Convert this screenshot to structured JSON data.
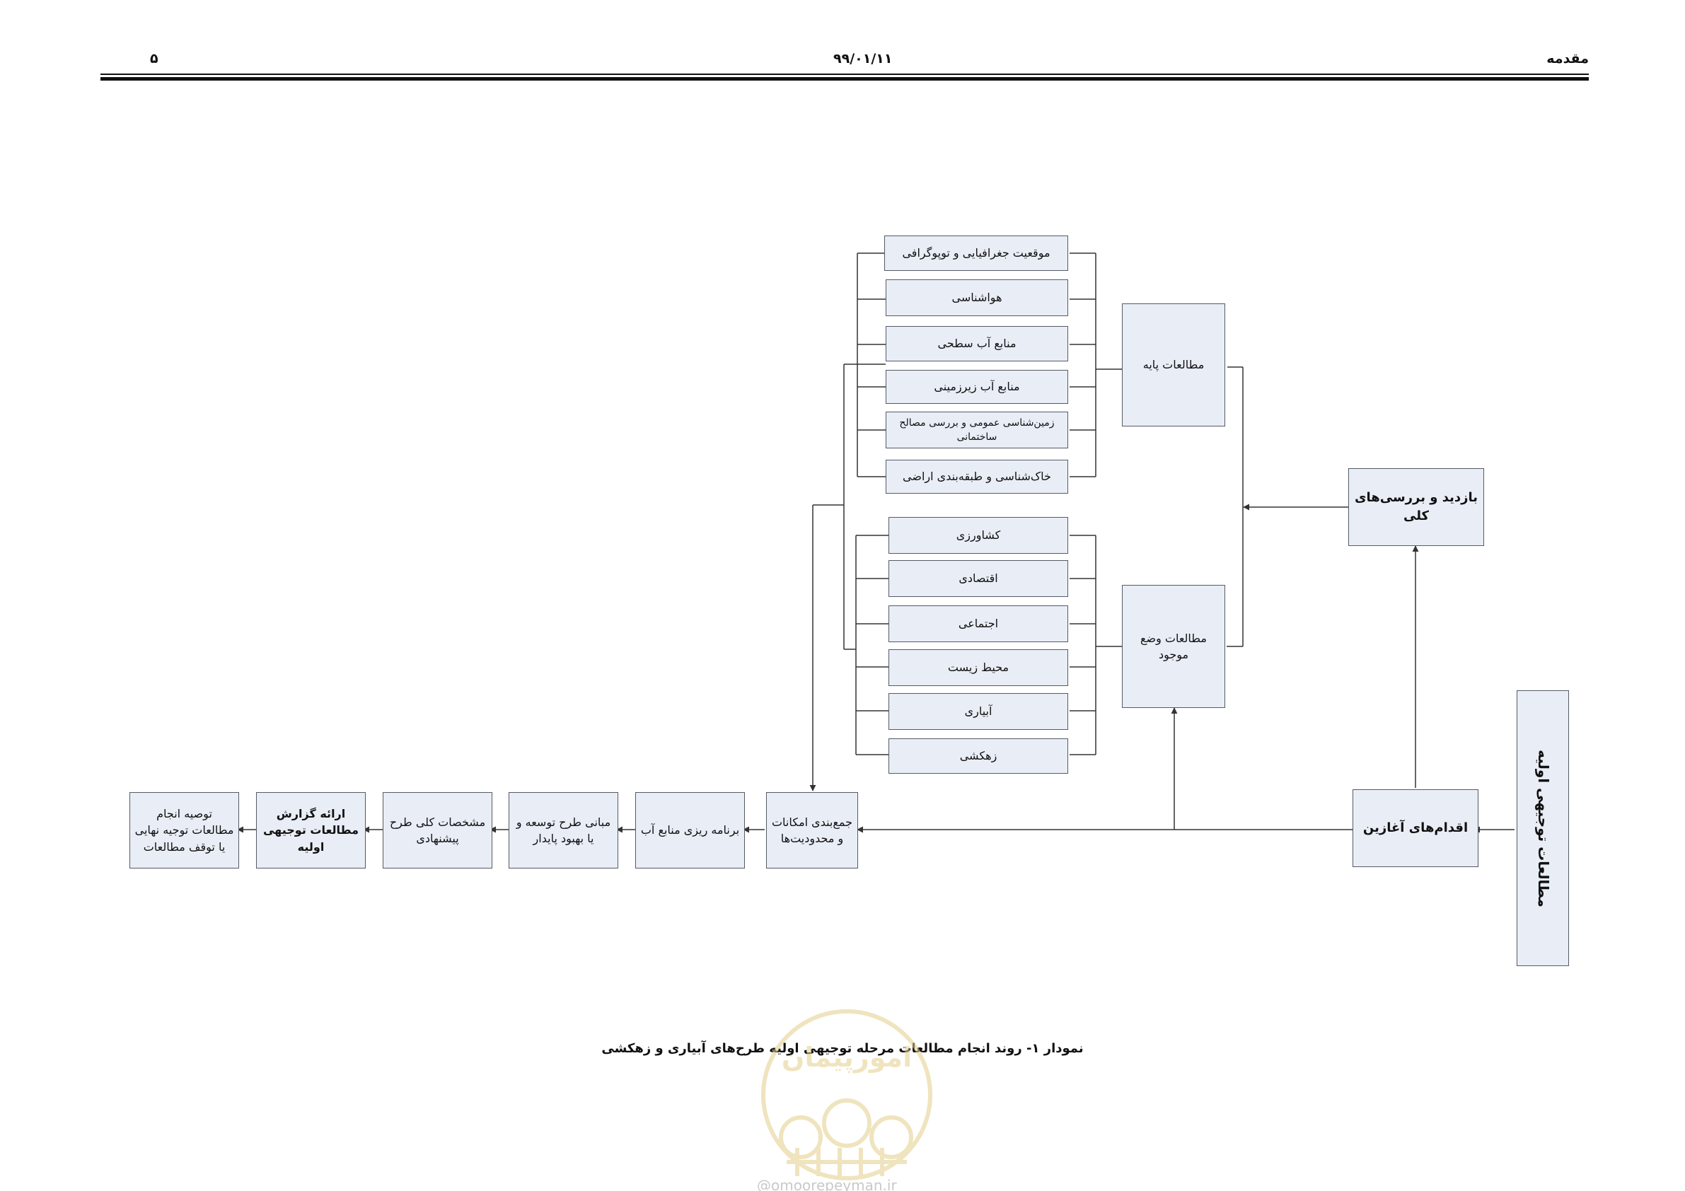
{
  "header": {
    "section_title": "مقدمه",
    "date": "۹۹/۰۱/۱۱",
    "page_number": "۵"
  },
  "diagram": {
    "prelim_studies": "مطالعات توجیهی اولیه",
    "initial_actions": "اقدام‌های آغازین",
    "general_visits": "بازدید و بررسی‌های کلی",
    "basic_studies": "مطالعات پایه",
    "existing_status_studies": "مطالعات وضع موجود",
    "basic_items": [
      "موقعیت جغرافیایی و توپوگرافی",
      "هواشناسی",
      "منابع آب سطحی",
      "منابع آب زیرزمینی",
      "زمین‌شناسی عمومی و بررسی مصالح ساختمانی",
      "خاک‌شناسی  و طبقه‌بندی اراضی"
    ],
    "status_items": [
      "کشاورزی",
      "اقتصادی",
      "اجتماعی",
      "محیط زیست",
      "آبیاری",
      "زهکشی"
    ],
    "flow_steps": [
      "جمع‌بندی امکانات و محدودیت‌ها",
      "برنامه ریزی منابع آب",
      "مبانی طرح توسعه و یا بهبود پایدار",
      "مشخصات کلی طرح پیشنهادی",
      "ارائه گزارش مطالعات توجیهی اولیه",
      "توصیه انجام مطالعات توجیه نهایی یا توقف مطالعات"
    ]
  },
  "caption": "نمودار ۱- روند انجام مطالعات مرحله توجیهی اولیه طرح‌های آبیاری و زهکشی",
  "watermark": {
    "logo_text": "امورپیمان",
    "url": "@omoorepeyman.ir"
  },
  "colors": {
    "box_fill": "#e9edf6",
    "box_border": "#555a66",
    "connector": "#333333",
    "watermark": "#e8d9a0"
  }
}
